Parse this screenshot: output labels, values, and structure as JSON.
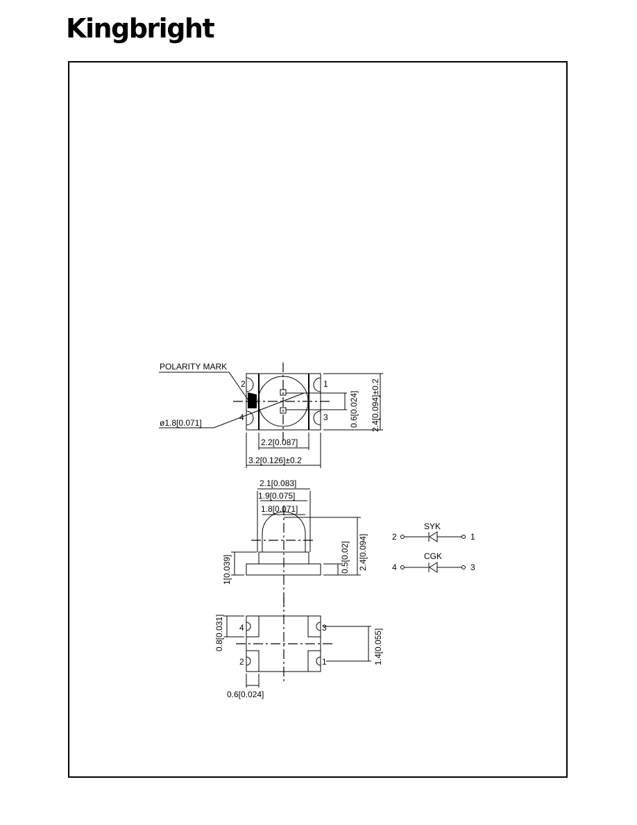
{
  "brand": "Kingbright",
  "top_view": {
    "polarity_label": "POLARITY MARK",
    "diameter_label": "ø1.8[0.071]",
    "inner_width": "2.2[0.087]",
    "outer_width": "3.2[0.126]±0.2",
    "pin_spacing": "0.6[0.024]",
    "height": "2.4[0.094]±0.2",
    "pin_2": "2",
    "pin_1": "1",
    "pin_4": "4",
    "pin_3": "3"
  },
  "side_view": {
    "dim_a": "2.1[0.083]",
    "dim_b": "1.9[0.075]",
    "dim_c": "1.8[0.071]",
    "base_height": "1[0.039]",
    "step_height": "0.5[0.02]",
    "total_height": "2.4[0.094]"
  },
  "bottom_view": {
    "pad_height": "0.8[0.031]",
    "pad_spacing": "1.4[0.055]",
    "pad_width": "0.6[0.024]",
    "pin_4": "4",
    "pin_3": "3",
    "pin_2": "2",
    "pin_1": "1"
  },
  "schematic": {
    "syk_label": "SYK",
    "cgk_label": "CGK",
    "syk_left_pin": "2",
    "syk_right_pin": "1",
    "cgk_left_pin": "4",
    "cgk_right_pin": "3"
  }
}
